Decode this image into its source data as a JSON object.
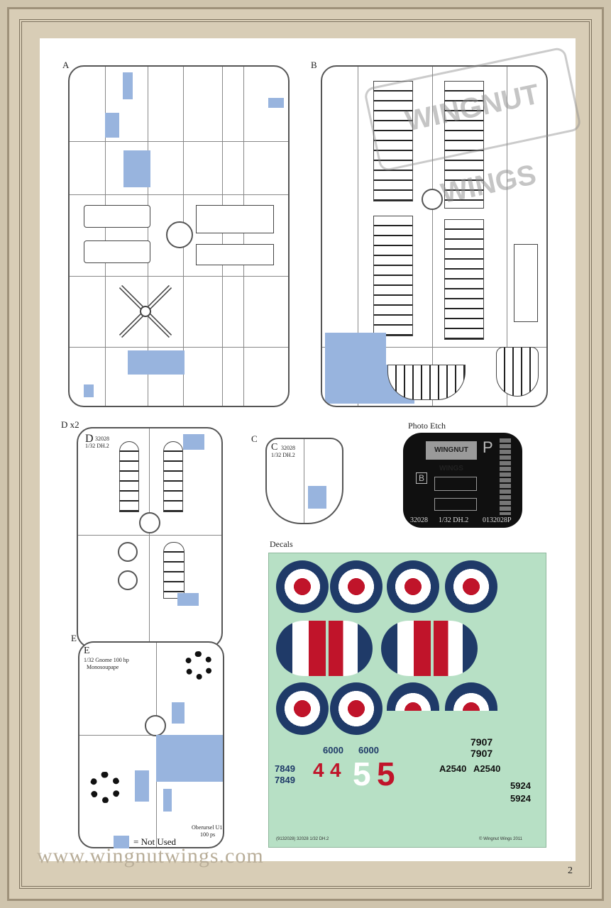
{
  "sprues": {
    "a": {
      "letter": "A"
    },
    "b": {
      "letter": "B"
    },
    "d": {
      "letter": "D x2",
      "code": "32028",
      "scale": "1/32 DH.2",
      "tag": "D"
    },
    "c": {
      "letter": "C",
      "code": "32028",
      "scale": "1/32 DH.2",
      "tag": "C"
    },
    "e": {
      "letter": "E",
      "title": "1/32 Gnome 100 hp",
      "subtitle": "Monosoupape",
      "tag": "E",
      "engine": "Oberursel U1",
      "power": "100 ps"
    }
  },
  "photo_etch": {
    "heading": "Photo Etch",
    "logo": "WINGNUT WINGS",
    "letter_p": "P",
    "letter_b": "B",
    "code": "32028",
    "scale": "1/32 DH.2",
    "part_no": "0132028P"
  },
  "decals": {
    "heading": "Decals",
    "serials": [
      "7907",
      "7907",
      "6000",
      "6000",
      "A2540",
      "A2540",
      "7849",
      "7849",
      "5924",
      "5924"
    ],
    "big_numbers": [
      "4",
      "4",
      "5",
      "5"
    ],
    "footer_left": "(9132028)  32028  1/32  DH.2",
    "footer_right": "© Wingnut Wings 2011"
  },
  "legend": {
    "label": "= Not Used"
  },
  "footer": {
    "url": "www.wingnutwings.com",
    "page_number": "2"
  },
  "watermark": {
    "text": "WINGNUT WINGS"
  },
  "colors": {
    "blue_not_used": "#98b4de",
    "decal_bg": "#b7e0c5",
    "roundel_blue": "#1f3a68",
    "roundel_red": "#c0142a"
  }
}
